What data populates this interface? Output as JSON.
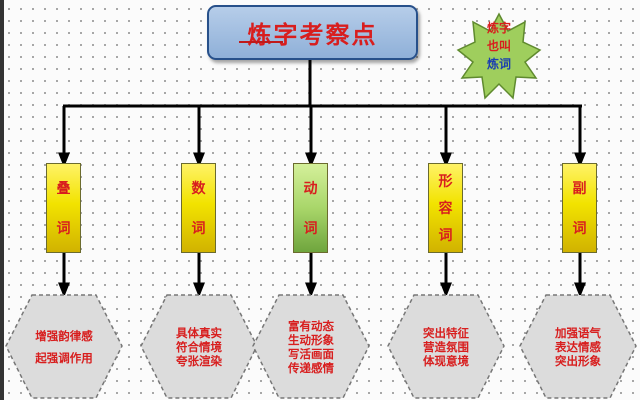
{
  "title": "炼字考察点",
  "star": {
    "line1": "炼字",
    "line2": "也叫",
    "line3": "炼词"
  },
  "colors": {
    "text_red": "#d81e1e",
    "text_blue": "#1c3fb0",
    "title_fill": "#a9c3e3",
    "title_border": "#27508a",
    "star_fill": "#9fce5d",
    "box_yellow": "#f2e300",
    "box_green": "#a9d66a",
    "hex_fill": "#dcdcdc",
    "connector": "#000000"
  },
  "categories": [
    {
      "chars": [
        "叠",
        "词"
      ],
      "lines": [
        "增强韵律感",
        "起强调作用"
      ]
    },
    {
      "chars": [
        "数",
        "词"
      ],
      "lines": [
        "具体真实",
        "符合情境",
        "夸张渲染"
      ]
    },
    {
      "chars": [
        "动",
        "词"
      ],
      "lines": [
        "富有动态",
        "生动形象",
        "写活画面",
        "传递感情"
      ]
    },
    {
      "chars": [
        "形",
        "容",
        "词"
      ],
      "lines": [
        "突出特征",
        "营造氛围",
        "体现意境"
      ]
    },
    {
      "chars": [
        "副",
        "词"
      ],
      "lines": [
        "加强语气",
        "表达情感",
        "突出形象"
      ]
    }
  ]
}
